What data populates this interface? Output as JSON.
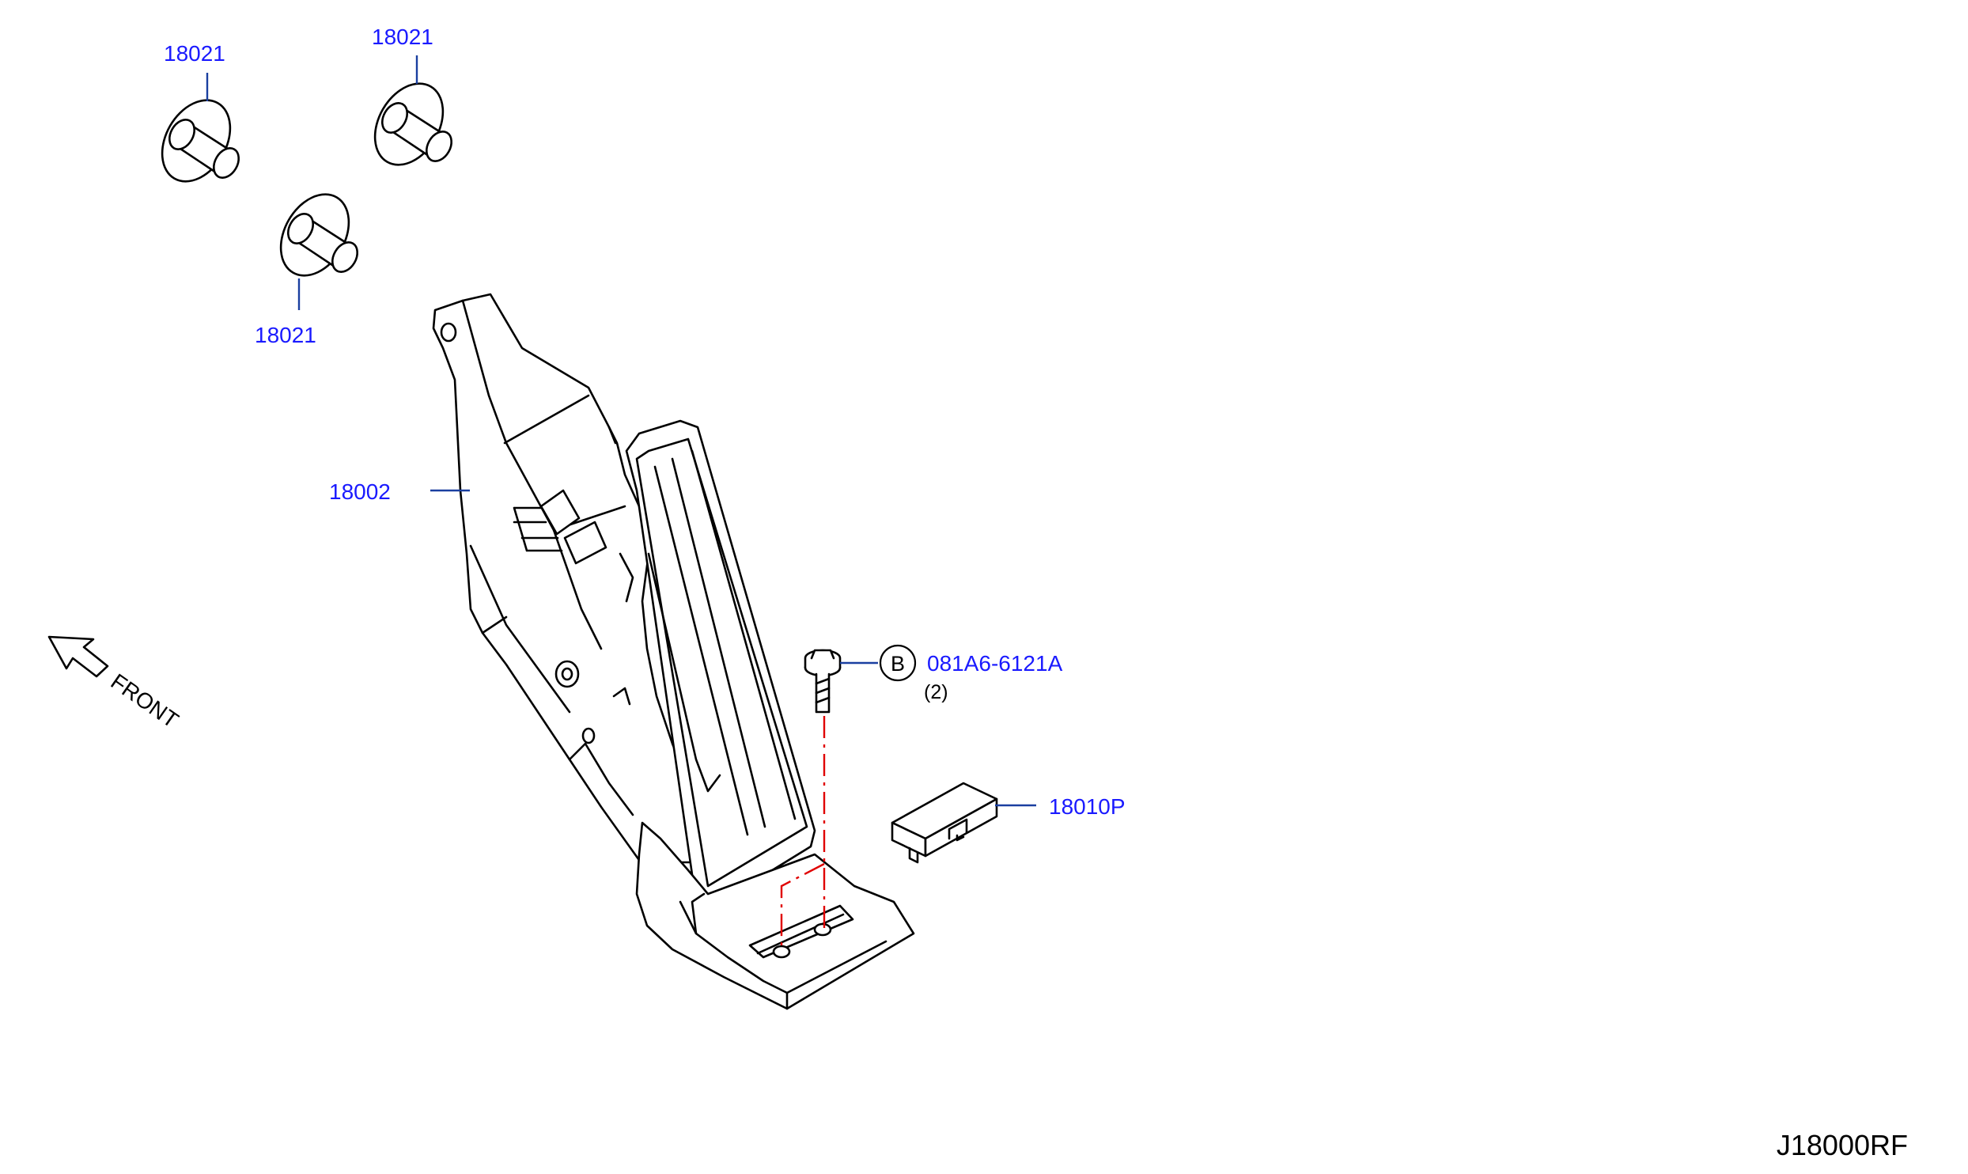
{
  "diagram": {
    "reference_code": "J18000RF",
    "front_label": "FRONT",
    "colors": {
      "label": "#1a1aff",
      "leader": "#1a3fa0",
      "center_line": "#e00000",
      "ink": "#000000"
    },
    "parts": [
      {
        "id": "clip_1",
        "number": "18021"
      },
      {
        "id": "clip_2",
        "number": "18021"
      },
      {
        "id": "clip_3",
        "number": "18021"
      },
      {
        "id": "pedal_assembly",
        "number": "18002"
      },
      {
        "id": "bolt",
        "badge": "B",
        "number": "081A6-6121A",
        "quantity": "(2)"
      },
      {
        "id": "connector",
        "number": "18010P"
      }
    ]
  }
}
